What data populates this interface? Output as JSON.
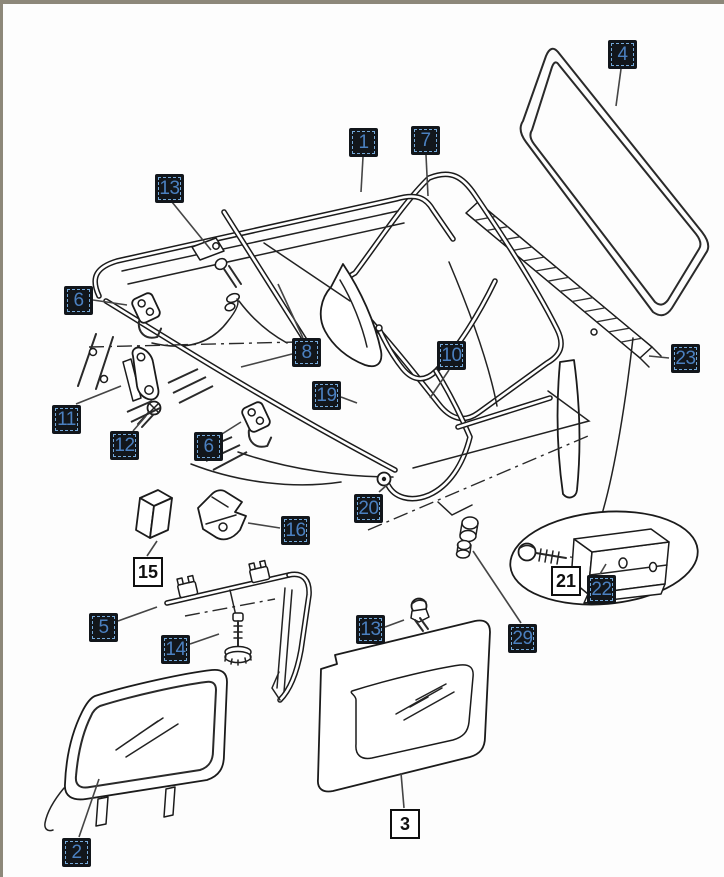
{
  "page": {
    "background": "#fdfdfd",
    "edge_bar_color": "#8d887a"
  },
  "colors": {
    "callout_dark_bg": "#12161b",
    "callout_dark_text": "#4b80c0",
    "callout_dashed_border": "#74a9da",
    "callout_white_bg": "#ffffff",
    "callout_white_text": "#0f0f0f",
    "line_art": "#1b1b1b"
  },
  "callouts": [
    {
      "num": "4",
      "variant": "dark"
    },
    {
      "num": "1",
      "variant": "dark"
    },
    {
      "num": "7",
      "variant": "dark"
    },
    {
      "num": "13",
      "variant": "dark"
    },
    {
      "num": "6",
      "variant": "dark"
    },
    {
      "num": "8",
      "variant": "dark"
    },
    {
      "num": "10",
      "variant": "dark"
    },
    {
      "num": "23",
      "variant": "dark"
    },
    {
      "num": "19",
      "variant": "dark"
    },
    {
      "num": "11",
      "variant": "dark"
    },
    {
      "num": "12",
      "variant": "dark"
    },
    {
      "num": "6",
      "variant": "dark"
    },
    {
      "num": "20",
      "variant": "dark"
    },
    {
      "num": "16",
      "variant": "dark"
    },
    {
      "num": "15",
      "variant": "white"
    },
    {
      "num": "21",
      "variant": "white"
    },
    {
      "num": "22",
      "variant": "dark"
    },
    {
      "num": "5",
      "variant": "dark"
    },
    {
      "num": "13",
      "variant": "dark"
    },
    {
      "num": "29",
      "variant": "dark"
    },
    {
      "num": "14",
      "variant": "dark"
    },
    {
      "num": "2",
      "variant": "dark"
    },
    {
      "num": "3",
      "variant": "white"
    }
  ]
}
